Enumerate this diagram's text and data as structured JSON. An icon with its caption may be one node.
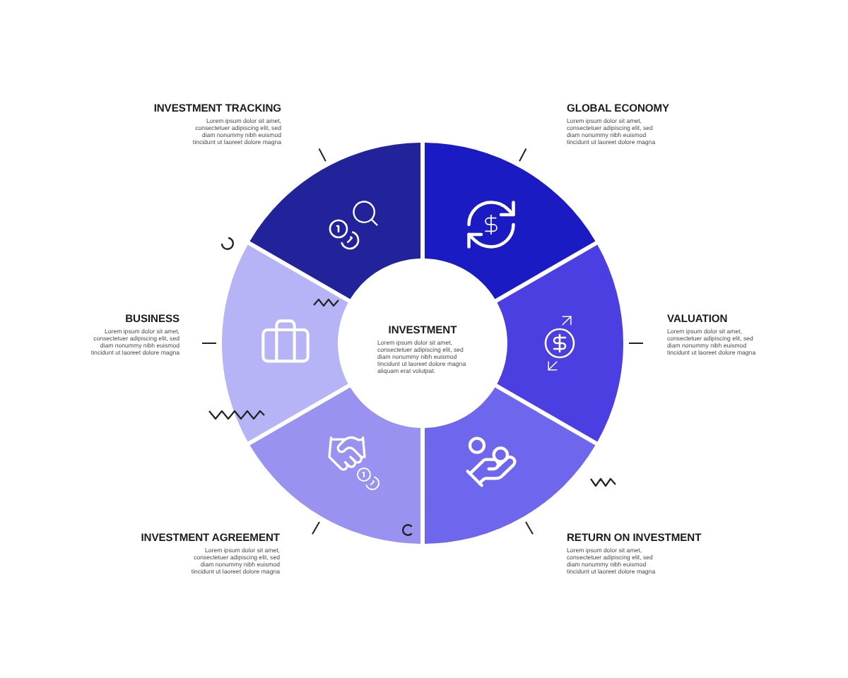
{
  "diagram": {
    "nodes": [
      {
        "text": [],
        "shape": "wedge",
        "beside": [
          "INVESTMENT TRACKING",
          "Lorem ipsum dolor sit amet, consectetuer adipiscing elit, sed diam nonummy nibh euismod tincidunt ut laoreet dolore magna"
        ]
      },
      {
        "text": [],
        "shape": "wedge",
        "beside": [
          "GLOBAL ECONOMY",
          "Lorem ipsum dolor sit amet, consectetuer adipiscing elit, sed diam nonummy nibh euismod tincidunt ut laoreet dolore magna"
        ]
      },
      {
        "text": [],
        "shape": "wedge",
        "beside": [
          "BUSINESS",
          "Lorem ipsum dolor sit amet, consectetuer adipiscing elit, sed diam nonummy nibh euismod tincidunt ut laoreet dolore magna"
        ]
      },
      {
        "text": [
          "INVESTMENT",
          "Lorem ipsum dolor sit amet, consectetuer adipiscing elit, sed diam nonummy nibh euismod tincidunt ut laoreet dolore magna aliquam erat volutpat."
        ]
      },
      {
        "text": [],
        "shape": "wedge",
        "beside": [
          "VALUATION",
          "Lorem ipsum dolor sit amet, consectetuer adipiscing elit, sed diam nonummy nibh euismod tincidunt ut laoreet dolore magna"
        ]
      },
      {
        "text": [],
        "shape": "wedge",
        "beside": [
          "INVESTMENT AGREEMENT",
          "Lorem ipsum dolor sit amet, consectetuer adipiscing elit, sed diam nonummy nibh euismod tincidunt ut laoreet dolore magna"
        ]
      },
      {
        "text": [],
        "shape": "wedge",
        "beside": [
          "RETURN ON INVESTMENT",
          "Lorem ipsum dolor sit amet, consectetuer adipiscing elit, sed diam nonummy nibh euismod tincidunt ut laoreet dolore magna"
        ]
      }
    ]
  }
}
